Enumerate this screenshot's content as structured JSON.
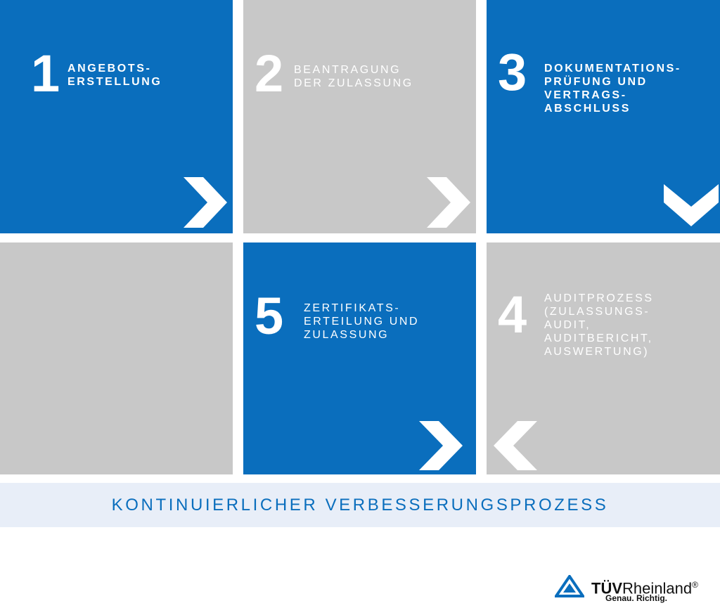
{
  "steps": [
    {
      "number": "1",
      "label": "ANGEBOTS-\nERSTELLUNG",
      "color": "#0a6ebd",
      "arrow": "chevron-right"
    },
    {
      "number": "2",
      "label": "BEANTRAGUNG\nDER ZULASSUNG",
      "color": "#c8c8c8",
      "arrow": "chevron-right"
    },
    {
      "number": "3",
      "label": "DOKUMENTATIONS-\nPRÜFUNG UND\nVERTRAGS-\nABSCHLUSS",
      "color": "#0a6ebd",
      "arrow": "chevron-down"
    },
    {
      "number": "4",
      "label": "AUDITPROZESS\n(ZULASSUNGS-\nAUDIT,\nAUDITBERICHT,\nAUSWERTUNG)",
      "color": "#c8c8c8",
      "arrow": "chevron-left"
    },
    {
      "number": "5",
      "label": "ZERTIFIKATS-\nERTEILUNG UND\nZULASSUNG",
      "color": "#0a6ebd",
      "arrow": "chevron-right"
    }
  ],
  "banner": {
    "text": "KONTINUIERLICHER VERBESSERUNGSPROZESS"
  },
  "logo": {
    "brand_bold": "TÜV",
    "brand_rest": "Rheinland",
    "registered": "®",
    "tagline": "Genau. Richtig.",
    "icon": "tuv-triangle-icon"
  },
  "colors": {
    "blue": "#0a6ebd",
    "gray": "#c8c8c8",
    "banner_bg": "#e8eef8"
  }
}
